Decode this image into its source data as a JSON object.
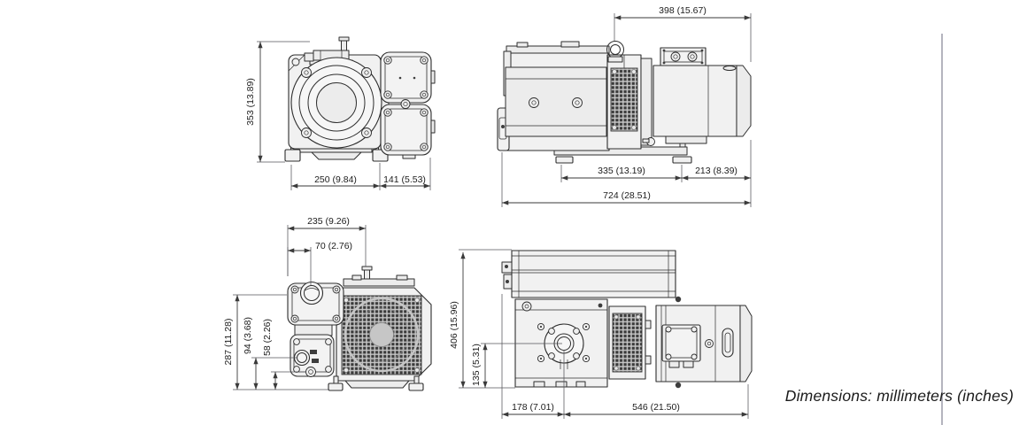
{
  "caption": "Dimensions: millimeters (inches)",
  "front_view": {
    "height": "353 (13.89)",
    "width_body": "250 (9.84)",
    "width_boxes": "141 (5.53)"
  },
  "side_view": {
    "top_length": "398 (15.67)",
    "pump_length": "335 (13.19)",
    "motor_length": "213 (8.39)",
    "overall_length": "724 (28.51)"
  },
  "rear_view": {
    "top_width": "235 (9.26)",
    "port_offset": "70 (2.76)",
    "overall_height": "287 (11.28)",
    "drain_height": "94 (3.68)",
    "sight_glass_height": "58 (2.26)"
  },
  "top_view": {
    "overall_width": "406 (15.96)",
    "inlet_offset": "135 (5.31)",
    "front_length": "178 (7.01)",
    "rear_length": "546 (21.50)"
  }
}
